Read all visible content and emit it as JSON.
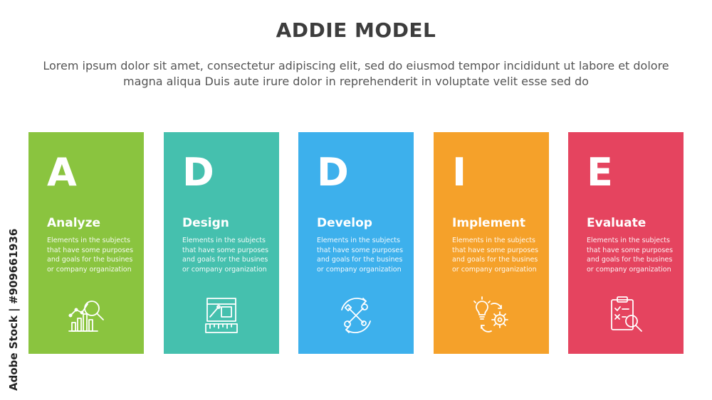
{
  "header": {
    "title": "ADDIE MODEL",
    "subtitle": "Lorem ipsum dolor sit amet, consectetur adipiscing elit, sed do eiusmod tempor incididunt ut labore et dolore magna aliqua Duis aute irure dolor in reprehenderit in voluptate velit esse sed do"
  },
  "cards": [
    {
      "letter": "A",
      "name": "Analyze",
      "desc": "Elements in the subjects that have some purposes and goals for the  busines or company organization",
      "color": "#8ac43f",
      "icon": "chart-magnifier-icon"
    },
    {
      "letter": "D",
      "name": "Design",
      "desc": "Elements in the subjects that have some purposes and goals for the  busines or company organization",
      "color": "#45c0ae",
      "icon": "blueprint-ruler-icon"
    },
    {
      "letter": "D",
      "name": "Develop",
      "desc": "Elements in the subjects that have some purposes and goals for the  busines or company organization",
      "color": "#3db0ec",
      "icon": "tools-cycle-icon"
    },
    {
      "letter": "I",
      "name": "Implement",
      "desc": "Elements in the subjects that have some purposes and goals for the  busines or company organization",
      "color": "#f5a12a",
      "icon": "bulb-gear-icon"
    },
    {
      "letter": "E",
      "name": "Evaluate",
      "desc": "Elements in the subjects that have some purposes and goals for the  busines or company organization",
      "color": "#e5445f",
      "icon": "clipboard-search-icon"
    }
  ],
  "watermark": "Adobe Stock | #909661936"
}
